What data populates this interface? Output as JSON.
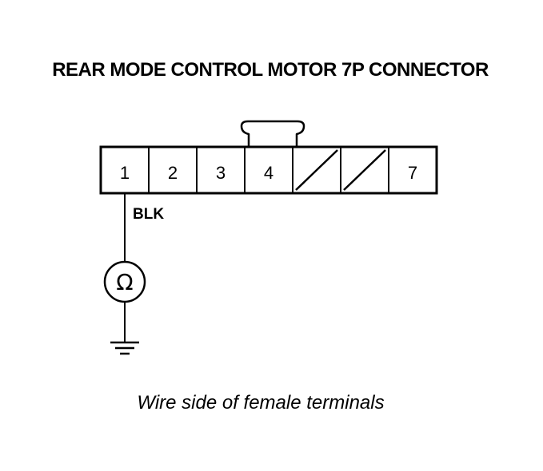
{
  "title": "REAR MODE CONTROL MOTOR 7P CONNECTOR",
  "connector": {
    "cells": [
      {
        "label": "1",
        "unused": false
      },
      {
        "label": "2",
        "unused": false
      },
      {
        "label": "3",
        "unused": false
      },
      {
        "label": "4",
        "unused": false
      },
      {
        "label": "",
        "unused": true
      },
      {
        "label": "",
        "unused": true
      },
      {
        "label": "7",
        "unused": false
      }
    ]
  },
  "wire": {
    "color_label": "BLK"
  },
  "meter": {
    "symbol": "Ω",
    "icon": "ohmmeter-icon"
  },
  "ground": {
    "icon": "ground-icon"
  },
  "caption": "Wire side of female terminals",
  "colors": {
    "ink": "#000000",
    "background": "#ffffff"
  }
}
